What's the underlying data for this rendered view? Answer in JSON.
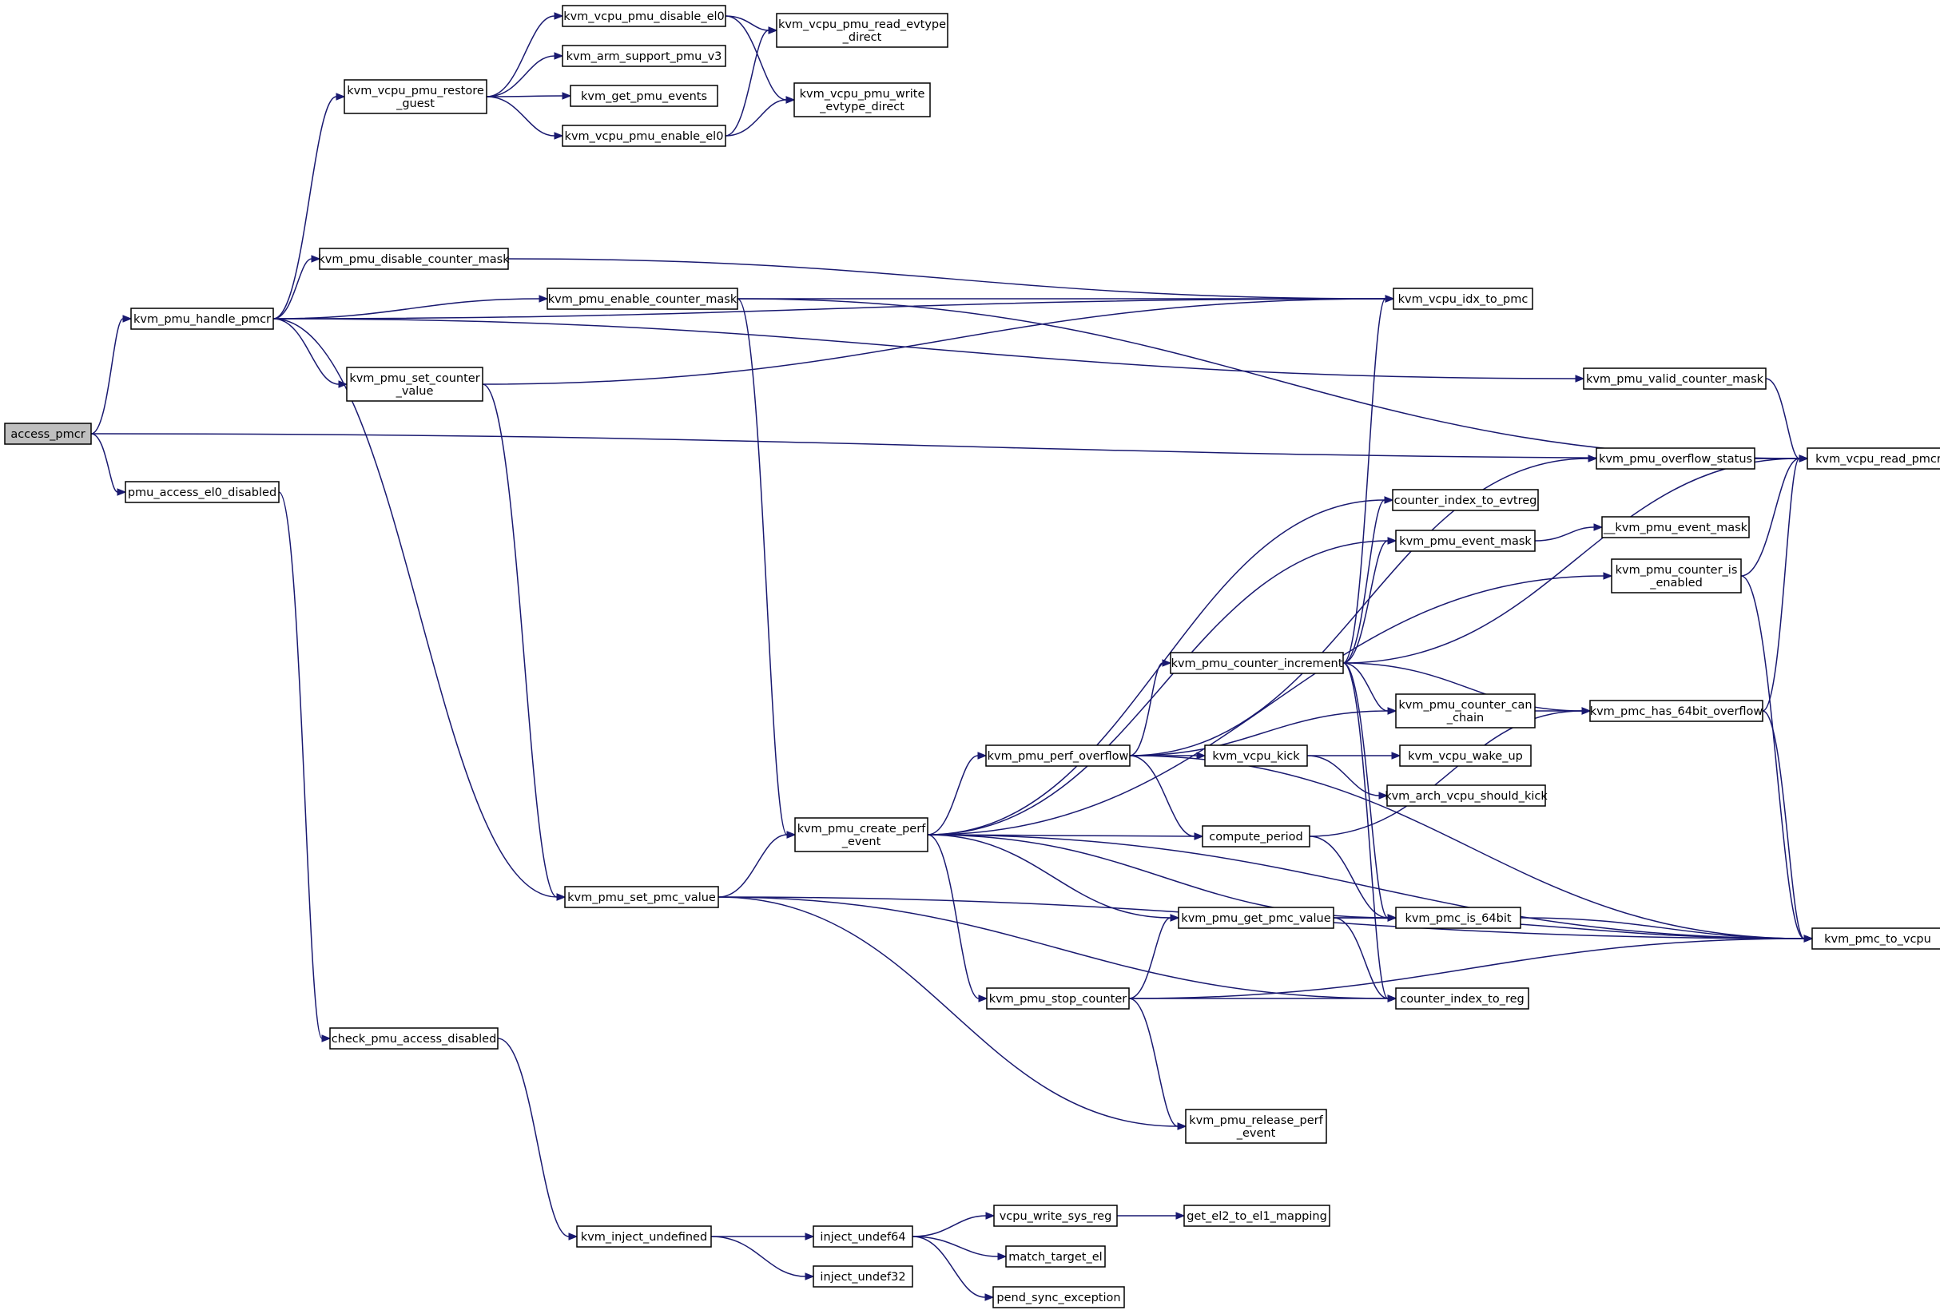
{
  "graph": {
    "colors": {
      "node_fill": "#ffffff",
      "root_fill": "#bfbfbf",
      "edge": "#191970",
      "border": "#000000"
    },
    "root": "access_pmcr",
    "nodes": [
      {
        "id": "access_pmcr",
        "lines": [
          "access_pmcr"
        ]
      },
      {
        "id": "kvm_pmu_handle_pmcr",
        "lines": [
          "kvm_pmu_handle_pmcr"
        ]
      },
      {
        "id": "pmu_access_el0_disabled",
        "lines": [
          "pmu_access_el0_disabled"
        ]
      },
      {
        "id": "kvm_vcpu_read_pmcr",
        "lines": [
          "kvm_vcpu_read_pmcr"
        ]
      },
      {
        "id": "kvm_vcpu_pmu_restore_guest",
        "lines": [
          "kvm_vcpu_pmu_restore",
          "_guest"
        ]
      },
      {
        "id": "kvm_vcpu_pmu_disable_el0",
        "lines": [
          "kvm_vcpu_pmu_disable_el0"
        ]
      },
      {
        "id": "kvm_arm_support_pmu_v3",
        "lines": [
          "kvm_arm_support_pmu_v3"
        ]
      },
      {
        "id": "kvm_get_pmu_events",
        "lines": [
          "kvm_get_pmu_events"
        ]
      },
      {
        "id": "kvm_vcpu_pmu_enable_el0",
        "lines": [
          "kvm_vcpu_pmu_enable_el0"
        ]
      },
      {
        "id": "kvm_vcpu_pmu_read_evtype_direct",
        "lines": [
          "kvm_vcpu_pmu_read_evtype",
          "_direct"
        ]
      },
      {
        "id": "kvm_vcpu_pmu_write_evtype_direct",
        "lines": [
          "kvm_vcpu_pmu_write",
          "_evtype_direct"
        ]
      },
      {
        "id": "kvm_pmu_disable_counter_mask",
        "lines": [
          "kvm_pmu_disable_counter_mask"
        ]
      },
      {
        "id": "kvm_pmu_enable_counter_mask",
        "lines": [
          "kvm_pmu_enable_counter_mask"
        ]
      },
      {
        "id": "kvm_vcpu_idx_to_pmc",
        "lines": [
          "kvm_vcpu_idx_to_pmc"
        ]
      },
      {
        "id": "kvm_pmu_set_counter_value",
        "lines": [
          "kvm_pmu_set_counter",
          "_value"
        ]
      },
      {
        "id": "kvm_pmu_valid_counter_mask",
        "lines": [
          "kvm_pmu_valid_counter_mask"
        ]
      },
      {
        "id": "kvm_pmu_overflow_status",
        "lines": [
          "kvm_pmu_overflow_status"
        ]
      },
      {
        "id": "counter_index_to_evtreg",
        "lines": [
          "counter_index_to_evtreg"
        ]
      },
      {
        "id": "kvm_pmu_event_mask",
        "lines": [
          "kvm_pmu_event_mask"
        ]
      },
      {
        "id": "__kvm_pmu_event_mask",
        "lines": [
          "__kvm_pmu_event_mask"
        ]
      },
      {
        "id": "kvm_pmu_counter_is_enabled",
        "lines": [
          "kvm_pmu_counter_is",
          "_enabled"
        ]
      },
      {
        "id": "kvm_pmu_counter_increment",
        "lines": [
          "kvm_pmu_counter_increment"
        ]
      },
      {
        "id": "kvm_pmu_counter_can_chain",
        "lines": [
          "kvm_pmu_counter_can",
          "_chain"
        ]
      },
      {
        "id": "kvm_pmc_has_64bit_overflow",
        "lines": [
          "kvm_pmc_has_64bit_overflow"
        ]
      },
      {
        "id": "kvm_pmu_perf_overflow",
        "lines": [
          "kvm_pmu_perf_overflow"
        ]
      },
      {
        "id": "kvm_vcpu_kick",
        "lines": [
          "kvm_vcpu_kick"
        ]
      },
      {
        "id": "kvm_vcpu_wake_up",
        "lines": [
          "kvm_vcpu_wake_up"
        ]
      },
      {
        "id": "kvm_arch_vcpu_should_kick",
        "lines": [
          "kvm_arch_vcpu_should_kick"
        ]
      },
      {
        "id": "kvm_pmu_create_perf_event",
        "lines": [
          "kvm_pmu_create_perf",
          "_event"
        ]
      },
      {
        "id": "compute_period",
        "lines": [
          "compute_period"
        ]
      },
      {
        "id": "kvm_pmu_set_pmc_value",
        "lines": [
          "kvm_pmu_set_pmc_value"
        ]
      },
      {
        "id": "kvm_pmu_get_pmc_value",
        "lines": [
          "kvm_pmu_get_pmc_value"
        ]
      },
      {
        "id": "kvm_pmc_is_64bit",
        "lines": [
          "kvm_pmc_is_64bit"
        ]
      },
      {
        "id": "kvm_pmc_to_vcpu",
        "lines": [
          "kvm_pmc_to_vcpu"
        ]
      },
      {
        "id": "kvm_pmu_stop_counter",
        "lines": [
          "kvm_pmu_stop_counter"
        ]
      },
      {
        "id": "counter_index_to_reg",
        "lines": [
          "counter_index_to_reg"
        ]
      },
      {
        "id": "check_pmu_access_disabled",
        "lines": [
          "check_pmu_access_disabled"
        ]
      },
      {
        "id": "kvm_pmu_release_perf_event",
        "lines": [
          "kvm_pmu_release_perf",
          "_event"
        ]
      },
      {
        "id": "kvm_inject_undefined",
        "lines": [
          "kvm_inject_undefined"
        ]
      },
      {
        "id": "inject_undef64",
        "lines": [
          "inject_undef64"
        ]
      },
      {
        "id": "inject_undef32",
        "lines": [
          "inject_undef32"
        ]
      },
      {
        "id": "vcpu_write_sys_reg",
        "lines": [
          "vcpu_write_sys_reg"
        ]
      },
      {
        "id": "get_el2_to_el1_mapping",
        "lines": [
          "get_el2_to_el1_mapping"
        ]
      },
      {
        "id": "match_target_el",
        "lines": [
          "match_target_el"
        ]
      },
      {
        "id": "pend_sync_exception",
        "lines": [
          "pend_sync_exception"
        ]
      }
    ],
    "edges": [
      [
        "access_pmcr",
        "kvm_pmu_handle_pmcr"
      ],
      [
        "access_pmcr",
        "pmu_access_el0_disabled"
      ],
      [
        "access_pmcr",
        "kvm_vcpu_read_pmcr"
      ],
      [
        "kvm_pmu_handle_pmcr",
        "kvm_vcpu_pmu_restore_guest"
      ],
      [
        "kvm_pmu_handle_pmcr",
        "kvm_pmu_disable_counter_mask"
      ],
      [
        "kvm_pmu_handle_pmcr",
        "kvm_pmu_enable_counter_mask"
      ],
      [
        "kvm_pmu_handle_pmcr",
        "kvm_pmu_set_counter_value"
      ],
      [
        "kvm_pmu_handle_pmcr",
        "kvm_vcpu_idx_to_pmc"
      ],
      [
        "kvm_pmu_handle_pmcr",
        "kvm_pmu_valid_counter_mask"
      ],
      [
        "kvm_pmu_handle_pmcr",
        "kvm_pmu_set_pmc_value"
      ],
      [
        "kvm_vcpu_pmu_restore_guest",
        "kvm_vcpu_pmu_disable_el0"
      ],
      [
        "kvm_vcpu_pmu_restore_guest",
        "kvm_arm_support_pmu_v3"
      ],
      [
        "kvm_vcpu_pmu_restore_guest",
        "kvm_get_pmu_events"
      ],
      [
        "kvm_vcpu_pmu_restore_guest",
        "kvm_vcpu_pmu_enable_el0"
      ],
      [
        "kvm_vcpu_pmu_disable_el0",
        "kvm_vcpu_pmu_read_evtype_direct"
      ],
      [
        "kvm_vcpu_pmu_disable_el0",
        "kvm_vcpu_pmu_write_evtype_direct"
      ],
      [
        "kvm_vcpu_pmu_enable_el0",
        "kvm_vcpu_pmu_read_evtype_direct"
      ],
      [
        "kvm_vcpu_pmu_enable_el0",
        "kvm_vcpu_pmu_write_evtype_direct"
      ],
      [
        "kvm_pmu_disable_counter_mask",
        "kvm_vcpu_idx_to_pmc"
      ],
      [
        "kvm_pmu_enable_counter_mask",
        "kvm_vcpu_idx_to_pmc"
      ],
      [
        "kvm_pmu_enable_counter_mask",
        "kvm_vcpu_read_pmcr"
      ],
      [
        "kvm_pmu_enable_counter_mask",
        "kvm_pmu_create_perf_event"
      ],
      [
        "kvm_pmu_set_counter_value",
        "kvm_vcpu_idx_to_pmc"
      ],
      [
        "kvm_pmu_set_counter_value",
        "kvm_pmu_set_pmc_value"
      ],
      [
        "kvm_pmu_valid_counter_mask",
        "kvm_vcpu_read_pmcr"
      ],
      [
        "kvm_pmu_overflow_status",
        "kvm_vcpu_read_pmcr"
      ],
      [
        "kvm_pmu_event_mask",
        "__kvm_pmu_event_mask"
      ],
      [
        "kvm_pmu_counter_is_enabled",
        "kvm_vcpu_read_pmcr"
      ],
      [
        "kvm_pmu_counter_is_enabled",
        "kvm_pmc_to_vcpu"
      ],
      [
        "kvm_pmu_counter_increment",
        "kvm_vcpu_idx_to_pmc"
      ],
      [
        "kvm_pmu_counter_increment",
        "counter_index_to_evtreg"
      ],
      [
        "kvm_pmu_counter_increment",
        "kvm_pmu_event_mask"
      ],
      [
        "kvm_pmu_counter_increment",
        "kvm_vcpu_read_pmcr"
      ],
      [
        "kvm_pmu_counter_increment",
        "kvm_pmu_counter_can_chain"
      ],
      [
        "kvm_pmu_counter_increment",
        "kvm_pmc_has_64bit_overflow"
      ],
      [
        "kvm_pmu_counter_increment",
        "kvm_pmc_is_64bit"
      ],
      [
        "kvm_pmu_counter_increment",
        "counter_index_to_reg"
      ],
      [
        "kvm_pmu_counter_can_chain",
        "kvm_pmc_has_64bit_overflow"
      ],
      [
        "kvm_pmc_has_64bit_overflow",
        "kvm_vcpu_read_pmcr"
      ],
      [
        "kvm_pmc_has_64bit_overflow",
        "kvm_pmc_to_vcpu"
      ],
      [
        "kvm_pmu_perf_overflow",
        "kvm_pmu_overflow_status"
      ],
      [
        "kvm_pmu_perf_overflow",
        "kvm_pmu_counter_increment"
      ],
      [
        "kvm_pmu_perf_overflow",
        "kvm_pmu_counter_can_chain"
      ],
      [
        "kvm_pmu_perf_overflow",
        "kvm_vcpu_kick"
      ],
      [
        "kvm_pmu_perf_overflow",
        "compute_period"
      ],
      [
        "kvm_pmu_perf_overflow",
        "kvm_pmc_to_vcpu"
      ],
      [
        "kvm_vcpu_kick",
        "kvm_vcpu_wake_up"
      ],
      [
        "kvm_vcpu_kick",
        "kvm_arch_vcpu_should_kick"
      ],
      [
        "kvm_pmu_create_perf_event",
        "counter_index_to_evtreg"
      ],
      [
        "kvm_pmu_create_perf_event",
        "kvm_pmu_event_mask"
      ],
      [
        "kvm_pmu_create_perf_event",
        "kvm_pmu_counter_is_enabled"
      ],
      [
        "kvm_pmu_create_perf_event",
        "kvm_pmu_perf_overflow"
      ],
      [
        "kvm_pmu_create_perf_event",
        "compute_period"
      ],
      [
        "kvm_pmu_create_perf_event",
        "kvm_pmc_is_64bit"
      ],
      [
        "kvm_pmu_create_perf_event",
        "kvm_pmu_get_pmc_value"
      ],
      [
        "kvm_pmu_create_perf_event",
        "kvm_pmu_stop_counter"
      ],
      [
        "kvm_pmu_create_perf_event",
        "kvm_pmc_to_vcpu"
      ],
      [
        "compute_period",
        "kvm_pmc_has_64bit_overflow"
      ],
      [
        "compute_period",
        "kvm_pmc_is_64bit"
      ],
      [
        "kvm_pmu_set_pmc_value",
        "kvm_pmu_create_perf_event"
      ],
      [
        "kvm_pmu_set_pmc_value",
        "counter_index_to_reg"
      ],
      [
        "kvm_pmu_set_pmc_value",
        "kvm_pmu_release_perf_event"
      ],
      [
        "kvm_pmu_set_pmc_value",
        "kvm_pmc_to_vcpu"
      ],
      [
        "kvm_pmu_get_pmc_value",
        "kvm_pmc_is_64bit"
      ],
      [
        "kvm_pmu_get_pmc_value",
        "kvm_pmc_to_vcpu"
      ],
      [
        "kvm_pmu_get_pmc_value",
        "counter_index_to_reg"
      ],
      [
        "kvm_pmc_is_64bit",
        "kvm_pmc_to_vcpu"
      ],
      [
        "kvm_pmu_stop_counter",
        "kvm_pmu_get_pmc_value"
      ],
      [
        "kvm_pmu_stop_counter",
        "counter_index_to_reg"
      ],
      [
        "kvm_pmu_stop_counter",
        "kvm_pmc_to_vcpu"
      ],
      [
        "kvm_pmu_stop_counter",
        "kvm_pmu_release_perf_event"
      ],
      [
        "pmu_access_el0_disabled",
        "check_pmu_access_disabled"
      ],
      [
        "check_pmu_access_disabled",
        "kvm_inject_undefined"
      ],
      [
        "kvm_inject_undefined",
        "inject_undef64"
      ],
      [
        "kvm_inject_undefined",
        "inject_undef32"
      ],
      [
        "inject_undef64",
        "vcpu_write_sys_reg"
      ],
      [
        "inject_undef64",
        "match_target_el"
      ],
      [
        "inject_undef64",
        "pend_sync_exception"
      ],
      [
        "vcpu_write_sys_reg",
        "get_el2_to_el1_mapping"
      ]
    ]
  }
}
